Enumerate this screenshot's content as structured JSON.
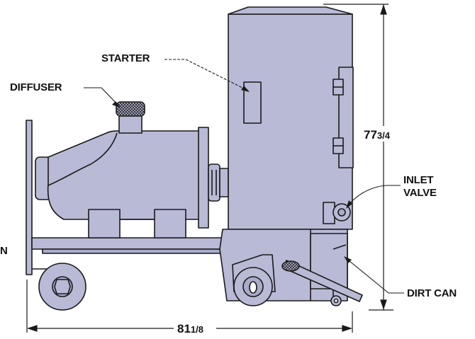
{
  "labels": {
    "starter": "STARTER",
    "diffuser": "DIFFUSER",
    "inlet_valve_line1": "INLET",
    "inlet_valve_line2": "VALVE",
    "dirt_can": "DIRT CAN",
    "cut_off_left": "N"
  },
  "dimensions": {
    "height_whole": "77",
    "height_fraction": "3/4",
    "width_whole": "81",
    "width_fraction": "1/8"
  },
  "colors": {
    "body_fill": "#b8bad6",
    "outline": "#1a1a1a",
    "background": "#ffffff"
  }
}
